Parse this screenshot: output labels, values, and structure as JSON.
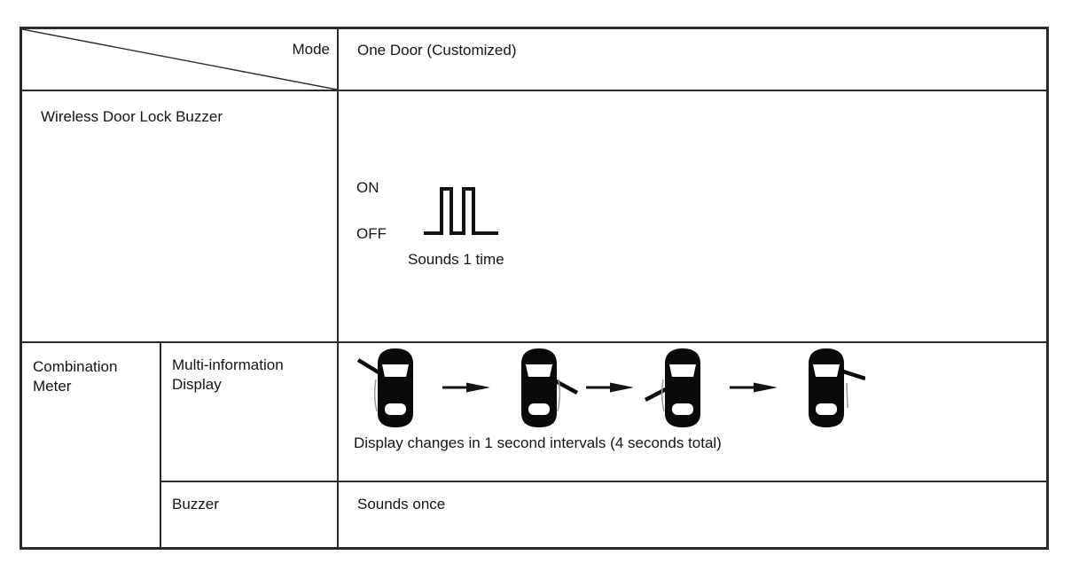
{
  "table": {
    "corner": {
      "label": "Mode"
    },
    "header_value": "One Door (Customized)",
    "wireless_row": {
      "label": "Wireless Door Lock Buzzer",
      "waveform": {
        "on_label": "ON",
        "off_label": "OFF",
        "caption": "Sounds 1 time",
        "pulses": 2
      }
    },
    "combination_row": {
      "label": "Combination Meter",
      "multi_info_label": "Multi-information Display",
      "cars_caption": "Display changes in 1 second intervals (4 seconds total)",
      "car_sequence": [
        "front-left-door-open",
        "front-right-door-open",
        "rear-left-door-open",
        "front-right-door-open"
      ],
      "interval_seconds": 1,
      "total_seconds": 4,
      "buzzer_label": "Buzzer",
      "buzzer_value": "Sounds once"
    },
    "colors": {
      "border": "#2b2b2b",
      "ink": "#141414",
      "background": "#ffffff"
    }
  }
}
